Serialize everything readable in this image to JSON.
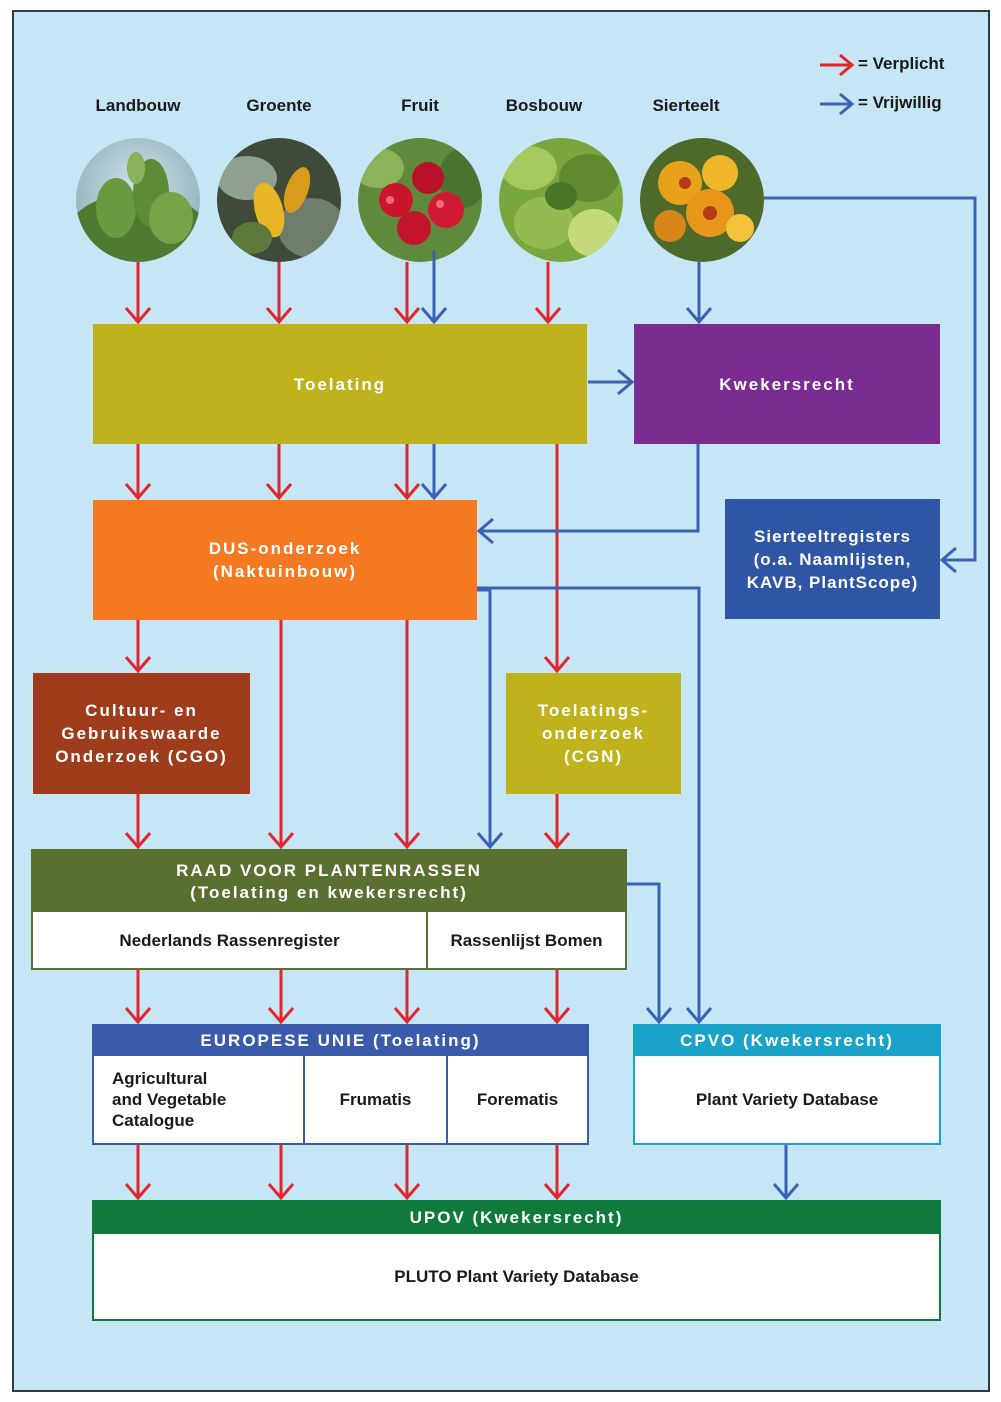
{
  "colors": {
    "red": "#e0262f",
    "blue": "#3a62b3",
    "toelating": "#bfb21d",
    "kwekersrecht": "#7a2d90",
    "dus": "#f47920",
    "cgo": "#9f3c1c",
    "raad": "#5a7030",
    "eu": "#3a5bab",
    "cpvo": "#19a3c9",
    "upov": "#0f7a3c",
    "sierteeltregisters": "#2e56a5"
  },
  "legend": {
    "verplicht": "= Verplicht",
    "vrijwillig": "= Vrijwillig"
  },
  "sectors": [
    {
      "label": "Landbouw",
      "icon": "crop-plant-photo"
    },
    {
      "label": "Groente",
      "icon": "vegetable-photo"
    },
    {
      "label": "Fruit",
      "icon": "apple-photo"
    },
    {
      "label": "Bosbouw",
      "icon": "tree-leaves-photo"
    },
    {
      "label": "Sierteelt",
      "icon": "flower-photo"
    }
  ],
  "boxes": {
    "toelating": "Toelating",
    "kwekersrecht": "Kwekersrecht",
    "dus": "DUS-onderzoek\n(Naktuinbouw)",
    "sierteeltregisters": "Sierteeltregisters\n(o.a. Naamlijsten,\nKAVB, PlantScope)",
    "cgo": "Cultuur- en\nGebruikswaarde\nOnderzoek (CGO)",
    "toelatingsonderzoek": "Toelatings-\nonderzoek\n(CGN)"
  },
  "raad": {
    "title": "RAAD VOOR PLANTENRASSEN\n(Toelating en kwekersrecht)",
    "cells": [
      "Nederlands Rassenregister",
      "Rassenlijst Bomen"
    ]
  },
  "eu": {
    "title": "EUROPESE UNIE (Toelating)",
    "cells": [
      "Agricultural\nand Vegetable\nCatalogue",
      "Frumatis",
      "Forematis"
    ]
  },
  "cpvo": {
    "title": "CPVO (Kwekersrecht)",
    "cell": "Plant Variety Database"
  },
  "upov": {
    "title": "UPOV (Kwekersrecht)",
    "cell": "PLUTO Plant Variety Database"
  }
}
